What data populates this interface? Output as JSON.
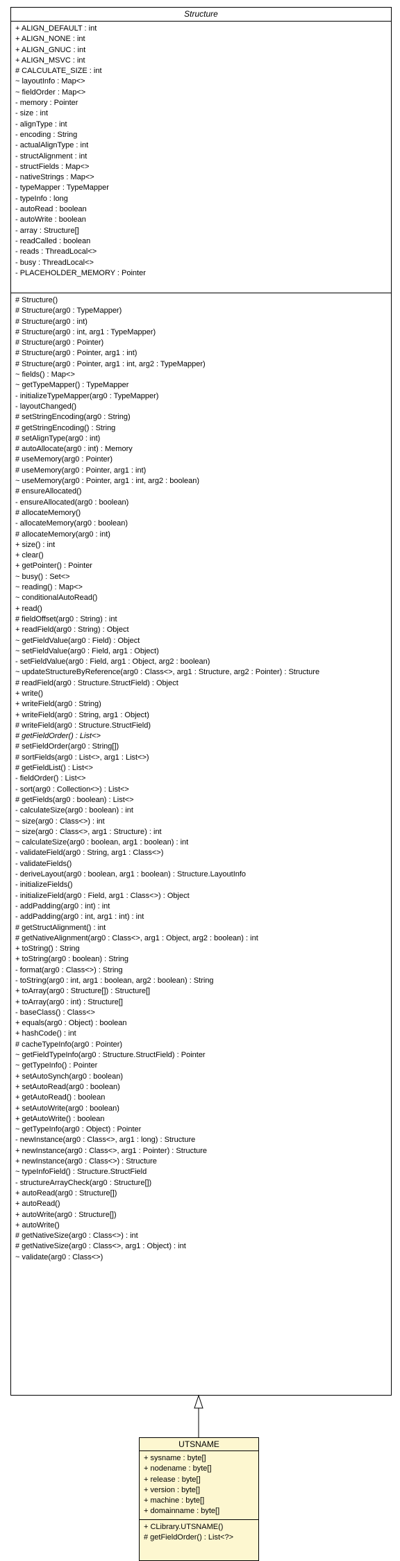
{
  "structure": {
    "name": "Structure",
    "attributes": [
      "+ ALIGN_DEFAULT : int",
      "+ ALIGN_NONE : int",
      "+ ALIGN_GNUC : int",
      "+ ALIGN_MSVC : int",
      "# CALCULATE_SIZE : int",
      "~ layoutInfo : Map<>",
      "~ fieldOrder : Map<>",
      "- memory : Pointer",
      "- size : int",
      "- alignType : int",
      "- encoding : String",
      "- actualAlignType : int",
      "- structAlignment : int",
      "- structFields : Map<>",
      "- nativeStrings : Map<>",
      "- typeMapper : TypeMapper",
      "- typeInfo : long",
      "- autoRead : boolean",
      "- autoWrite : boolean",
      "- array : Structure[]",
      "- readCalled : boolean",
      "- reads : ThreadLocal<>",
      "- busy : ThreadLocal<>",
      "- PLACEHOLDER_MEMORY : Pointer"
    ],
    "methods": [
      "# Structure()",
      "# Structure(arg0 : TypeMapper)",
      "# Structure(arg0 : int)",
      "# Structure(arg0 : int, arg1 : TypeMapper)",
      "# Structure(arg0 : Pointer)",
      "# Structure(arg0 : Pointer, arg1 : int)",
      "# Structure(arg0 : Pointer, arg1 : int, arg2 : TypeMapper)",
      "~ fields() : Map<>",
      "~ getTypeMapper() : TypeMapper",
      "- initializeTypeMapper(arg0 : TypeMapper)",
      "- layoutChanged()",
      "# setStringEncoding(arg0 : String)",
      "# getStringEncoding() : String",
      "# setAlignType(arg0 : int)",
      "# autoAllocate(arg0 : int) : Memory",
      "# useMemory(arg0 : Pointer)",
      "# useMemory(arg0 : Pointer, arg1 : int)",
      "~ useMemory(arg0 : Pointer, arg1 : int, arg2 : boolean)",
      "# ensureAllocated()",
      "- ensureAllocated(arg0 : boolean)",
      "# allocateMemory()",
      "- allocateMemory(arg0 : boolean)",
      "# allocateMemory(arg0 : int)",
      "+ size() : int",
      "+ clear()",
      "+ getPointer() : Pointer",
      "~ busy() : Set<>",
      "~ reading() : Map<>",
      "~ conditionalAutoRead()",
      "+ read()",
      "# fieldOffset(arg0 : String) : int",
      "+ readField(arg0 : String) : Object",
      "~ getFieldValue(arg0 : Field) : Object",
      "~ setFieldValue(arg0 : Field, arg1 : Object)",
      "- setFieldValue(arg0 : Field, arg1 : Object, arg2 : boolean)",
      "~ updateStructureByReference(arg0 : Class<>, arg1 : Structure, arg2 : Pointer) : Structure",
      "# readField(arg0 : Structure.StructField) : Object",
      "+ write()",
      "+ writeField(arg0 : String)",
      "+ writeField(arg0 : String, arg1 : Object)",
      "# writeField(arg0 : Structure.StructField)",
      "# getFieldOrder() : List<>",
      "# setFieldOrder(arg0 : String[])",
      "# sortFields(arg0 : List<>, arg1 : List<>)",
      "# getFieldList() : List<>",
      "- fieldOrder() : List<>",
      "- sort(arg0 : Collection<>) : List<>",
      "# getFields(arg0 : boolean) : List<>",
      "- calculateSize(arg0 : boolean) : int",
      "~ size(arg0 : Class<>) : int",
      "~ size(arg0 : Class<>, arg1 : Structure) : int",
      "~ calculateSize(arg0 : boolean, arg1 : boolean) : int",
      "- validateField(arg0 : String, arg1 : Class<>)",
      "- validateFields()",
      "- deriveLayout(arg0 : boolean, arg1 : boolean) : Structure.LayoutInfo",
      "- initializeFields()",
      "- initializeField(arg0 : Field, arg1 : Class<>) : Object",
      "- addPadding(arg0 : int) : int",
      "- addPadding(arg0 : int, arg1 : int) : int",
      "# getStructAlignment() : int",
      "# getNativeAlignment(arg0 : Class<>, arg1 : Object, arg2 : boolean) : int",
      "+ toString() : String",
      "+ toString(arg0 : boolean) : String",
      "- format(arg0 : Class<>) : String",
      "- toString(arg0 : int, arg1 : boolean, arg2 : boolean) : String",
      "+ toArray(arg0 : Structure[]) : Structure[]",
      "+ toArray(arg0 : int) : Structure[]",
      "- baseClass() : Class<>",
      "+ equals(arg0 : Object) : boolean",
      "+ hashCode() : int",
      "# cacheTypeInfo(arg0 : Pointer)",
      "~ getFieldTypeInfo(arg0 : Structure.StructField) : Pointer",
      "~ getTypeInfo() : Pointer",
      "+ setAutoSynch(arg0 : boolean)",
      "+ setAutoRead(arg0 : boolean)",
      "+ getAutoRead() : boolean",
      "+ setAutoWrite(arg0 : boolean)",
      "+ getAutoWrite() : boolean",
      "~ getTypeInfo(arg0 : Object) : Pointer",
      "- newInstance(arg0 : Class<>, arg1 : long) : Structure",
      "+ newInstance(arg0 : Class<>, arg1 : Pointer) : Structure",
      "+ newInstance(arg0 : Class<>) : Structure",
      "~ typeInfoField() : Structure.StructField",
      "- structureArrayCheck(arg0 : Structure[])",
      "+ autoRead(arg0 : Structure[])",
      "+ autoRead()",
      "+ autoWrite(arg0 : Structure[])",
      "+ autoWrite()",
      "# getNativeSize(arg0 : Class<>) : int",
      "# getNativeSize(arg0 : Class<>, arg1 : Object) : int",
      "~ validate(arg0 : Class<>)"
    ],
    "abstract_method_index": 41
  },
  "utsname": {
    "name": "UTSNAME",
    "attributes": [
      "+ sysname : byte[]",
      "+ nodename : byte[]",
      "+ release : byte[]",
      "+ version : byte[]",
      "+ machine : byte[]",
      "+ domainname : byte[]"
    ],
    "methods": [
      "+ CLibrary.UTSNAME()",
      "# getFieldOrder() : List<?>"
    ]
  },
  "colors": {
    "class_fill": "#ffffff",
    "highlight_fill": "#fdf7d0",
    "line": "#000000"
  }
}
